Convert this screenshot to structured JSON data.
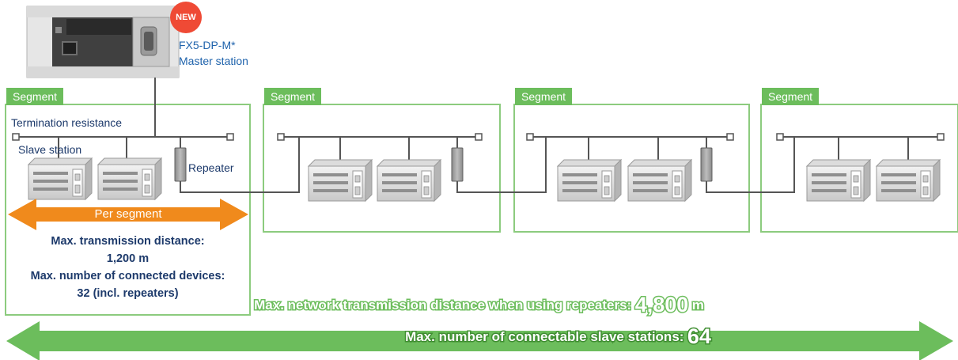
{
  "badge": "NEW",
  "master": {
    "model": "FX5-DP-M*",
    "role": "Master station"
  },
  "segments": [
    "Segment",
    "Segment",
    "Segment",
    "Segment"
  ],
  "labels": {
    "termination": "Termination resistance",
    "slave": "Slave station",
    "repeater": "Repeater"
  },
  "per_segment": {
    "title": "Per segment",
    "line1": "Max. transmission distance:",
    "line2": "1,200 m",
    "line3": "Max. number of connected devices:",
    "line4": "32 (incl. repeaters)"
  },
  "network": {
    "distance_text": "Max. network transmission distance when using repeaters:",
    "distance_value": "4,800",
    "distance_unit": "m",
    "slaves_text": "Max. number of connectable slave stations:",
    "slaves_value": "64"
  },
  "colors": {
    "green": "#6cbd5c",
    "orange": "#f08a1c",
    "navy": "#1d3a6b",
    "blue": "#1f63ac",
    "badge_red": "#ef4a35"
  }
}
